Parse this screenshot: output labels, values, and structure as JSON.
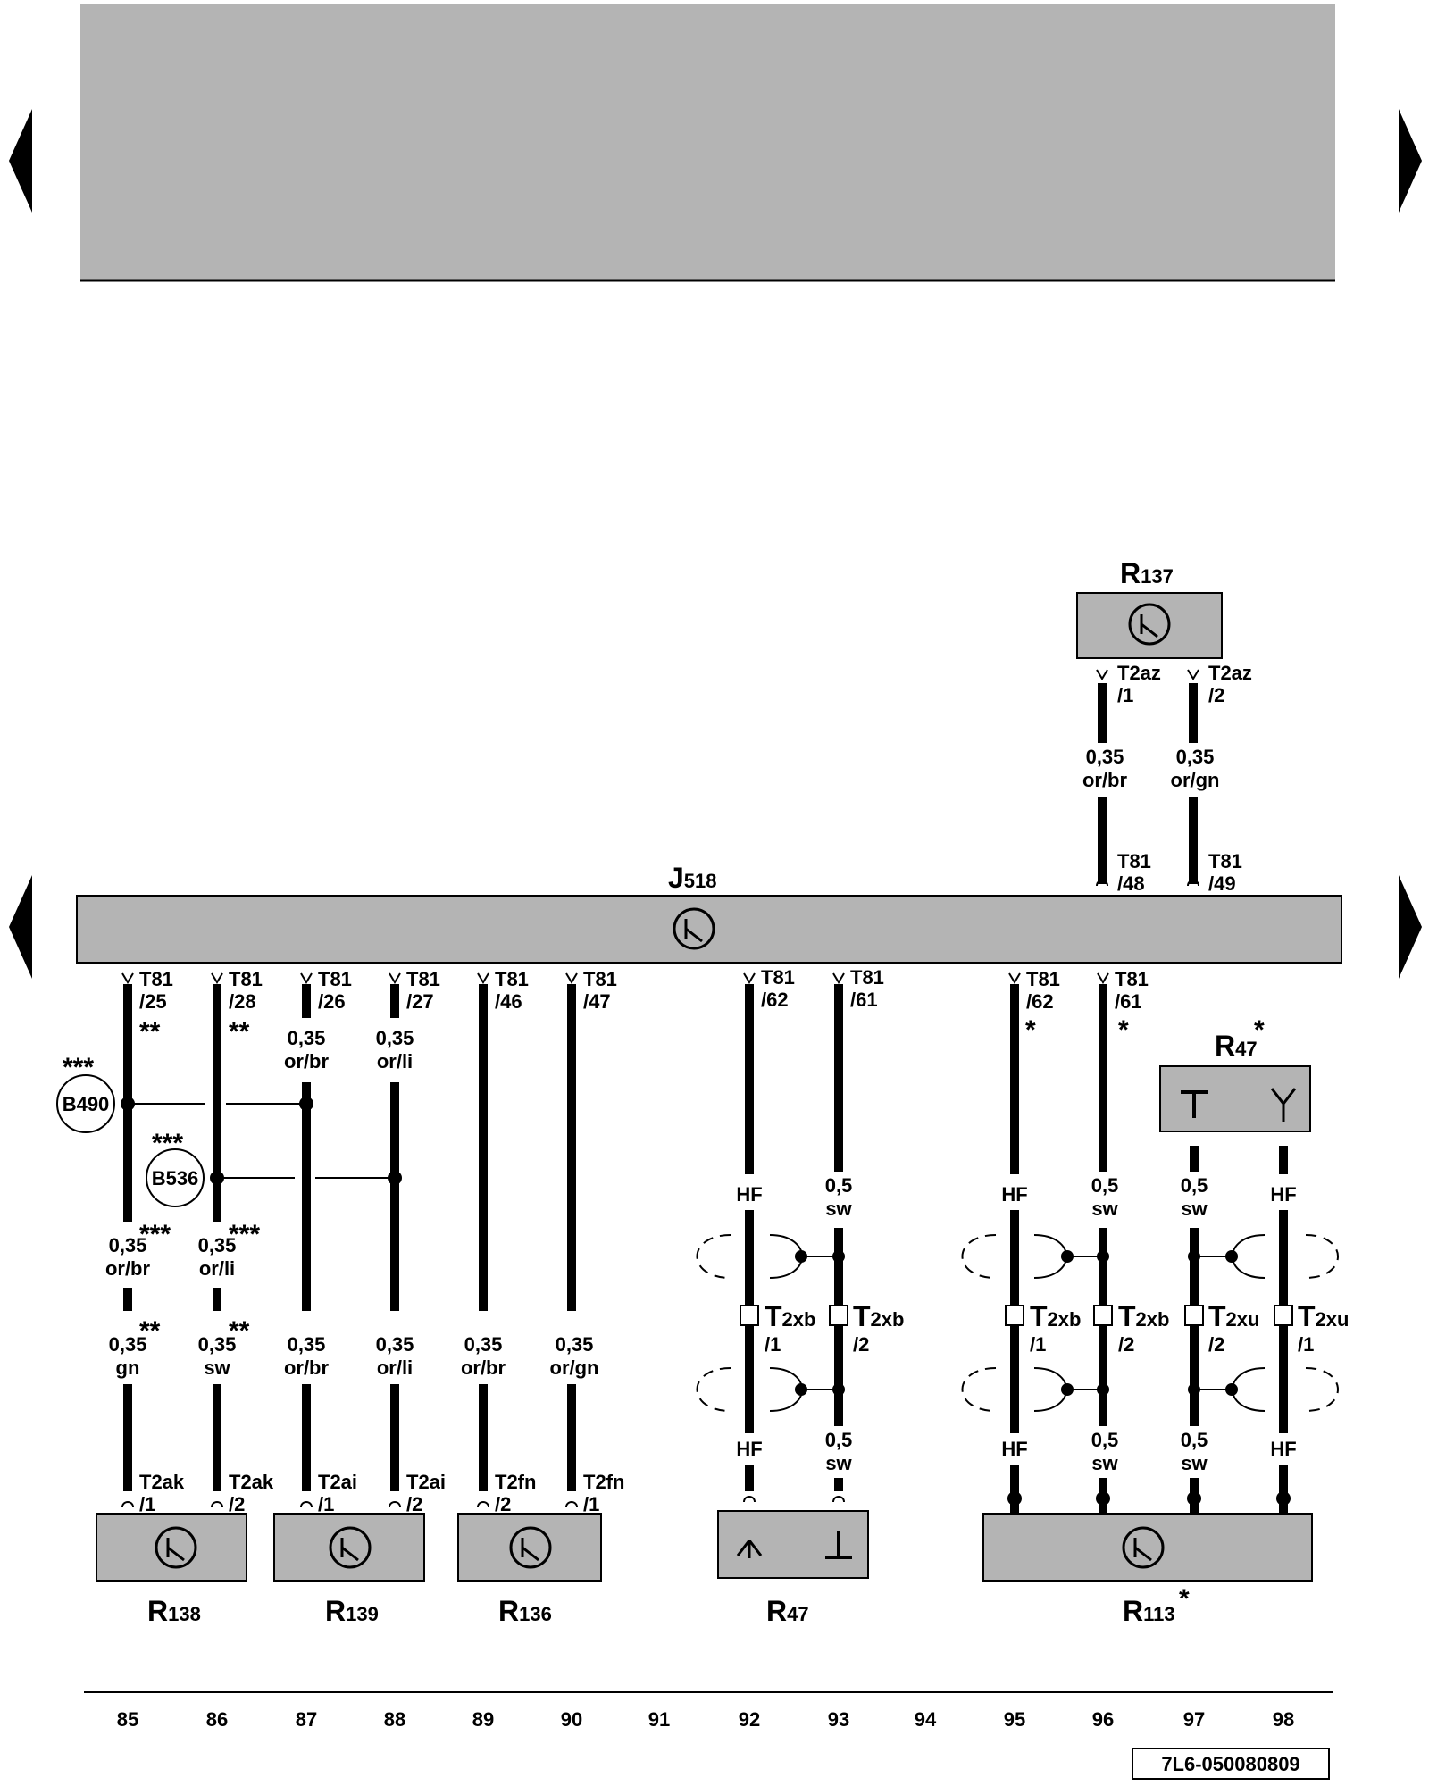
{
  "components": {
    "J518": {
      "letter": "J",
      "num": "518"
    },
    "R137": {
      "letter": "R",
      "num": "137"
    },
    "R47_top": {
      "letter": "R",
      "num": "47",
      "star": "*"
    },
    "R138": {
      "letter": "R",
      "num": "138"
    },
    "R139": {
      "letter": "R",
      "num": "139"
    },
    "R136": {
      "letter": "R",
      "num": "136"
    },
    "R47": {
      "letter": "R",
      "num": "47"
    },
    "R113": {
      "letter": "R",
      "num": "113",
      "star": "*"
    }
  },
  "pins": {
    "r137_1": [
      "T2az",
      "/1"
    ],
    "r137_2": [
      "T2az",
      "/2"
    ],
    "j_48": [
      "T81",
      "/48"
    ],
    "j_49": [
      "T81",
      "/49"
    ],
    "j_25": [
      "T81",
      "/25"
    ],
    "j_28": [
      "T81",
      "/28"
    ],
    "j_26": [
      "T81",
      "/26"
    ],
    "j_27": [
      "T81",
      "/27"
    ],
    "j_46": [
      "T81",
      "/46"
    ],
    "j_47": [
      "T81",
      "/47"
    ],
    "j_62a": [
      "T81",
      "/62"
    ],
    "j_61a": [
      "T81",
      "/61"
    ],
    "j_62b": [
      "T81",
      "/62"
    ],
    "j_61b": [
      "T81",
      "/61"
    ],
    "r138_1": [
      "T2ak",
      "/1"
    ],
    "r138_2": [
      "T2ak",
      "/2"
    ],
    "r139_1": [
      "T2ai",
      "/1"
    ],
    "r139_2": [
      "T2ai",
      "/2"
    ],
    "r136_2": [
      "T2fn",
      "/2"
    ],
    "r136_1": [
      "T2fn",
      "/1"
    ]
  },
  "connectors": {
    "c92": [
      "T",
      "2xb",
      "/1"
    ],
    "c93": [
      "T",
      "2xb",
      "/2"
    ],
    "c95": [
      "T",
      "2xb",
      "/1"
    ],
    "c96": [
      "T",
      "2xb",
      "/2"
    ],
    "c97": [
      "T",
      "2xu",
      "/2"
    ],
    "c98": [
      "T",
      "2xu",
      "/1"
    ]
  },
  "wires": {
    "w96top": [
      "0,35",
      "or/br"
    ],
    "w97top": [
      "0,35",
      "or/gn"
    ],
    "w85a": [
      "0,35",
      "or/br"
    ],
    "w86a": [
      "0,35",
      "or/li"
    ],
    "w85b": [
      "0,35",
      "gn"
    ],
    "w86b": [
      "0,35",
      "sw"
    ],
    "w87a": [
      "0,35",
      "or/br"
    ],
    "w88a": [
      "0,35",
      "or/li"
    ],
    "w87b": [
      "0,35",
      "or/br"
    ],
    "w88b": [
      "0,35",
      "or/li"
    ],
    "w89": [
      "0,35",
      "or/br"
    ],
    "w90": [
      "0,35",
      "or/gn"
    ],
    "w93a": [
      "0,5",
      "sw"
    ],
    "w93b": [
      "0,5",
      "sw"
    ],
    "w96a": [
      "0,5",
      "sw"
    ],
    "w96b": [
      "0,5",
      "sw"
    ],
    "w97a": [
      "0,5",
      "sw"
    ],
    "w97b": [
      "0,5",
      "sw"
    ]
  },
  "hf": "HF",
  "splices": {
    "b490": "B490",
    "b536": "B536"
  },
  "stars": {
    "s2": "**",
    "s3": "***",
    "s1": "*"
  },
  "columns": [
    "85",
    "86",
    "87",
    "88",
    "89",
    "90",
    "91",
    "92",
    "93",
    "94",
    "95",
    "96",
    "97",
    "98"
  ],
  "doc_id": "7L6-050080809",
  "colors": {
    "box_fill": "#b4b4b4",
    "header_fill": "#b4b4b4",
    "ink": "#000000"
  },
  "icons": [
    "arrow-left-icon",
    "arrow-right-icon",
    "antenna-icon",
    "ground-icon",
    "radio-component-icon"
  ]
}
